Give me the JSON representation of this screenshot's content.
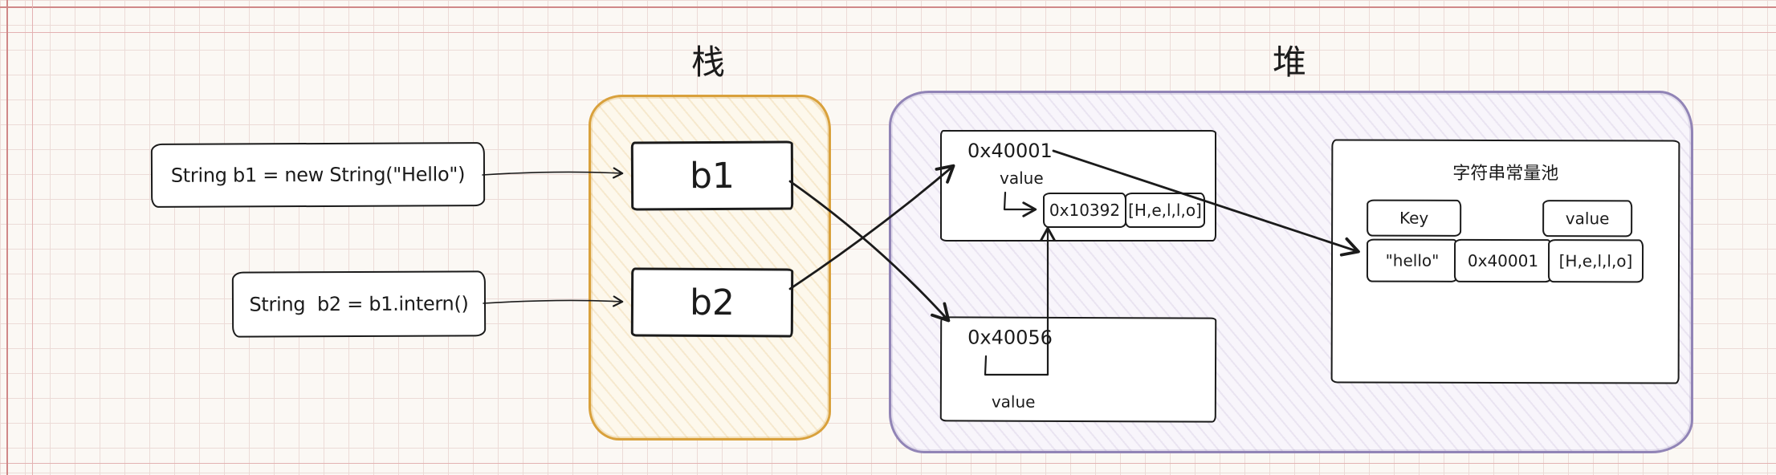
{
  "labels": {
    "stack": "栈",
    "heap": "堆"
  },
  "code": {
    "b1_declaration": "String b1 = new String(\"Hello\")",
    "b2_declaration": "String  b2 = b1.intern()"
  },
  "stack": {
    "b1_label": "b1",
    "b2_label": "b2"
  },
  "heap": {
    "object1": {
      "address": "0x40001",
      "value_label": "value",
      "value_ref": "0x10392",
      "char_array": "[H,e,l,l,o]"
    },
    "object2": {
      "address": "0x40056",
      "value_label": "value"
    },
    "pool": {
      "title": "字符串常量池",
      "key_header": "Key",
      "value_header": "value",
      "entry": {
        "key": "\"hello\"",
        "address": "0x40001",
        "char_array": "[H,e,l,l,o]"
      }
    }
  },
  "colors": {
    "ink": "#1b1b1b",
    "stack-border": "#d9a13c",
    "stack-fill": "#fdf8ec",
    "heap-border": "#9184b6",
    "heap-fill": "#f8f5fb",
    "grid-line": "#ecdbd7",
    "paper": "#fbf8f4"
  }
}
